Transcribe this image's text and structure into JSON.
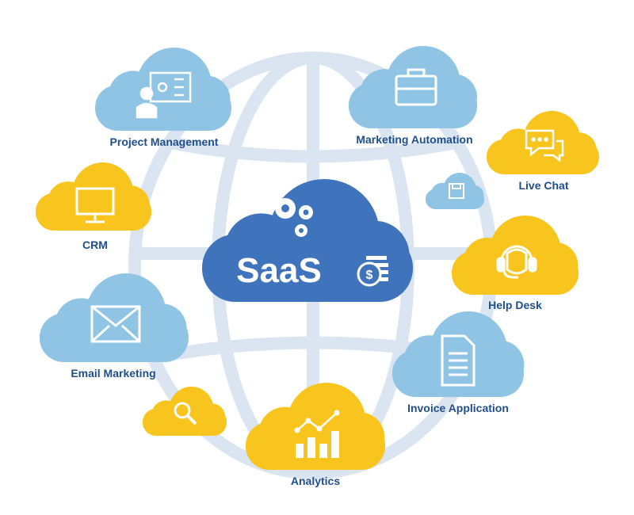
{
  "center": {
    "title": "SaaS",
    "icons": [
      "gears-icon",
      "coins-icon"
    ]
  },
  "services": [
    {
      "label": "Project Management",
      "icon": "org-chart-icon",
      "color": "light-blue"
    },
    {
      "label": "Marketing Automation",
      "icon": "briefcase-icon",
      "color": "light-blue"
    },
    {
      "label": "Live Chat",
      "icon": "chat-icon",
      "color": "yellow"
    },
    {
      "label": "CRM",
      "icon": "monitor-icon",
      "color": "yellow"
    },
    {
      "label": "Help Desk",
      "icon": "headset-icon",
      "color": "yellow"
    },
    {
      "label": "Email Marketing",
      "icon": "envelope-icon",
      "color": "light-blue"
    },
    {
      "label": "Invoice Application",
      "icon": "document-icon",
      "color": "light-blue"
    },
    {
      "label": "Analytics",
      "icon": "bar-chart-icon",
      "color": "yellow"
    }
  ],
  "colors": {
    "light_blue": "#8fc4e4",
    "yellow": "#f8c41e",
    "dark_blue": "#3f74bd",
    "text": "#1e4f8c",
    "globe": "#dbe5f2"
  }
}
